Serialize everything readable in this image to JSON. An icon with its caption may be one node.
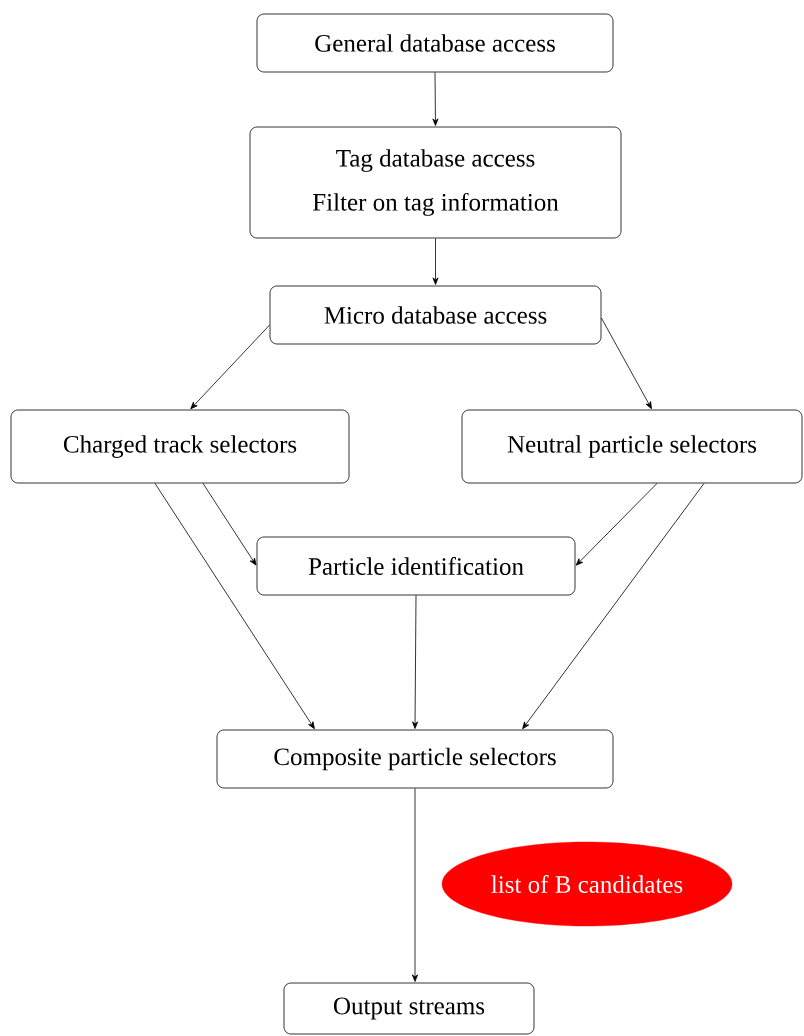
{
  "diagram": {
    "nodes": [
      {
        "text": [
          "General database access"
        ]
      },
      {
        "text": [
          "Tag database access",
          "Filter on tag information"
        ]
      },
      {
        "text": [
          "Micro database access"
        ]
      },
      {
        "text": [
          "Charged track selectors"
        ]
      },
      {
        "text": [
          "Neutral particle selectors"
        ]
      },
      {
        "text": [
          "Particle identification"
        ]
      },
      {
        "text": [
          "Composite particle selectors"
        ]
      },
      {
        "text": [
          "list of B candidates"
        ]
      },
      {
        "text": [
          "Output streams"
        ]
      }
    ],
    "edges": [
      {
        "from": 0,
        "to": 1,
        "arrow": "to"
      },
      {
        "from": 1,
        "to": 2,
        "arrow": "to"
      },
      {
        "from": 2,
        "to": 3,
        "arrow": "to"
      },
      {
        "from": 2,
        "to": 4,
        "arrow": "to"
      },
      {
        "from": 3,
        "to": 5,
        "arrow": "to"
      },
      {
        "from": 3,
        "to": 6,
        "arrow": "to"
      },
      {
        "from": 4,
        "to": 5,
        "arrow": "to"
      },
      {
        "from": 4,
        "to": 6,
        "arrow": "to"
      },
      {
        "from": 5,
        "to": 6,
        "arrow": "to"
      },
      {
        "from": 6,
        "to": 8,
        "arrow": "to"
      }
    ]
  }
}
